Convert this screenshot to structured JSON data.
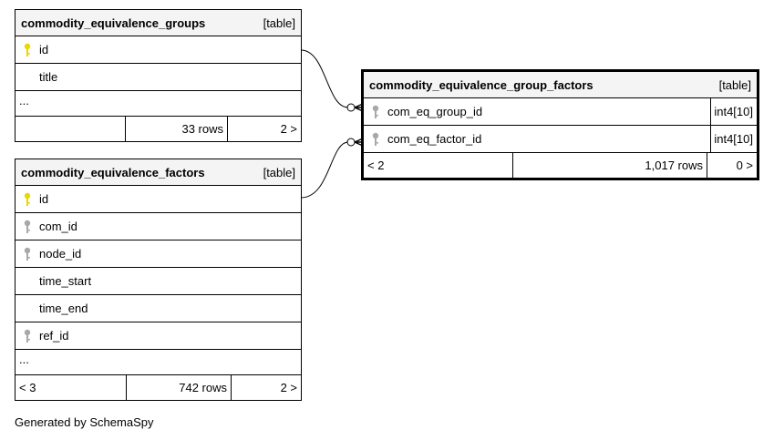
{
  "tables": {
    "groups": {
      "name": "commodity_equivalence_groups",
      "type": "[table]",
      "columns": [
        {
          "name": "id",
          "icon": "primary-key-icon"
        },
        {
          "name": "title",
          "icon": ""
        }
      ],
      "ellipsis": "...",
      "footer": {
        "parents": "",
        "rows": "33 rows",
        "children": "2 >"
      }
    },
    "factors": {
      "name": "commodity_equivalence_factors",
      "type": "[table]",
      "columns": [
        {
          "name": "id",
          "icon": "primary-key-icon"
        },
        {
          "name": "com_id",
          "icon": "foreign-key-icon"
        },
        {
          "name": "node_id",
          "icon": "foreign-key-icon"
        },
        {
          "name": "time_start",
          "icon": ""
        },
        {
          "name": "time_end",
          "icon": ""
        },
        {
          "name": "ref_id",
          "icon": "foreign-key-icon"
        }
      ],
      "ellipsis": "...",
      "footer": {
        "parents": "< 3",
        "rows": "742 rows",
        "children": "2 >"
      }
    },
    "group_factors": {
      "name": "commodity_equivalence_group_factors",
      "type": "[table]",
      "columns": [
        {
          "name": "com_eq_group_id",
          "icon": "foreign-key-icon",
          "datatype": "int4[10]"
        },
        {
          "name": "com_eq_factor_id",
          "icon": "foreign-key-icon",
          "datatype": "int4[10]"
        }
      ],
      "footer": {
        "parents": "< 2",
        "rows": "1,017 rows",
        "children": "0 >"
      }
    }
  },
  "colors": {
    "primary_key": "#e8d800",
    "foreign_key": "#a8a8a8",
    "header_bg": "#f4f4f4",
    "line": "#000000"
  },
  "footer_note": "Generated by SchemaSpy"
}
